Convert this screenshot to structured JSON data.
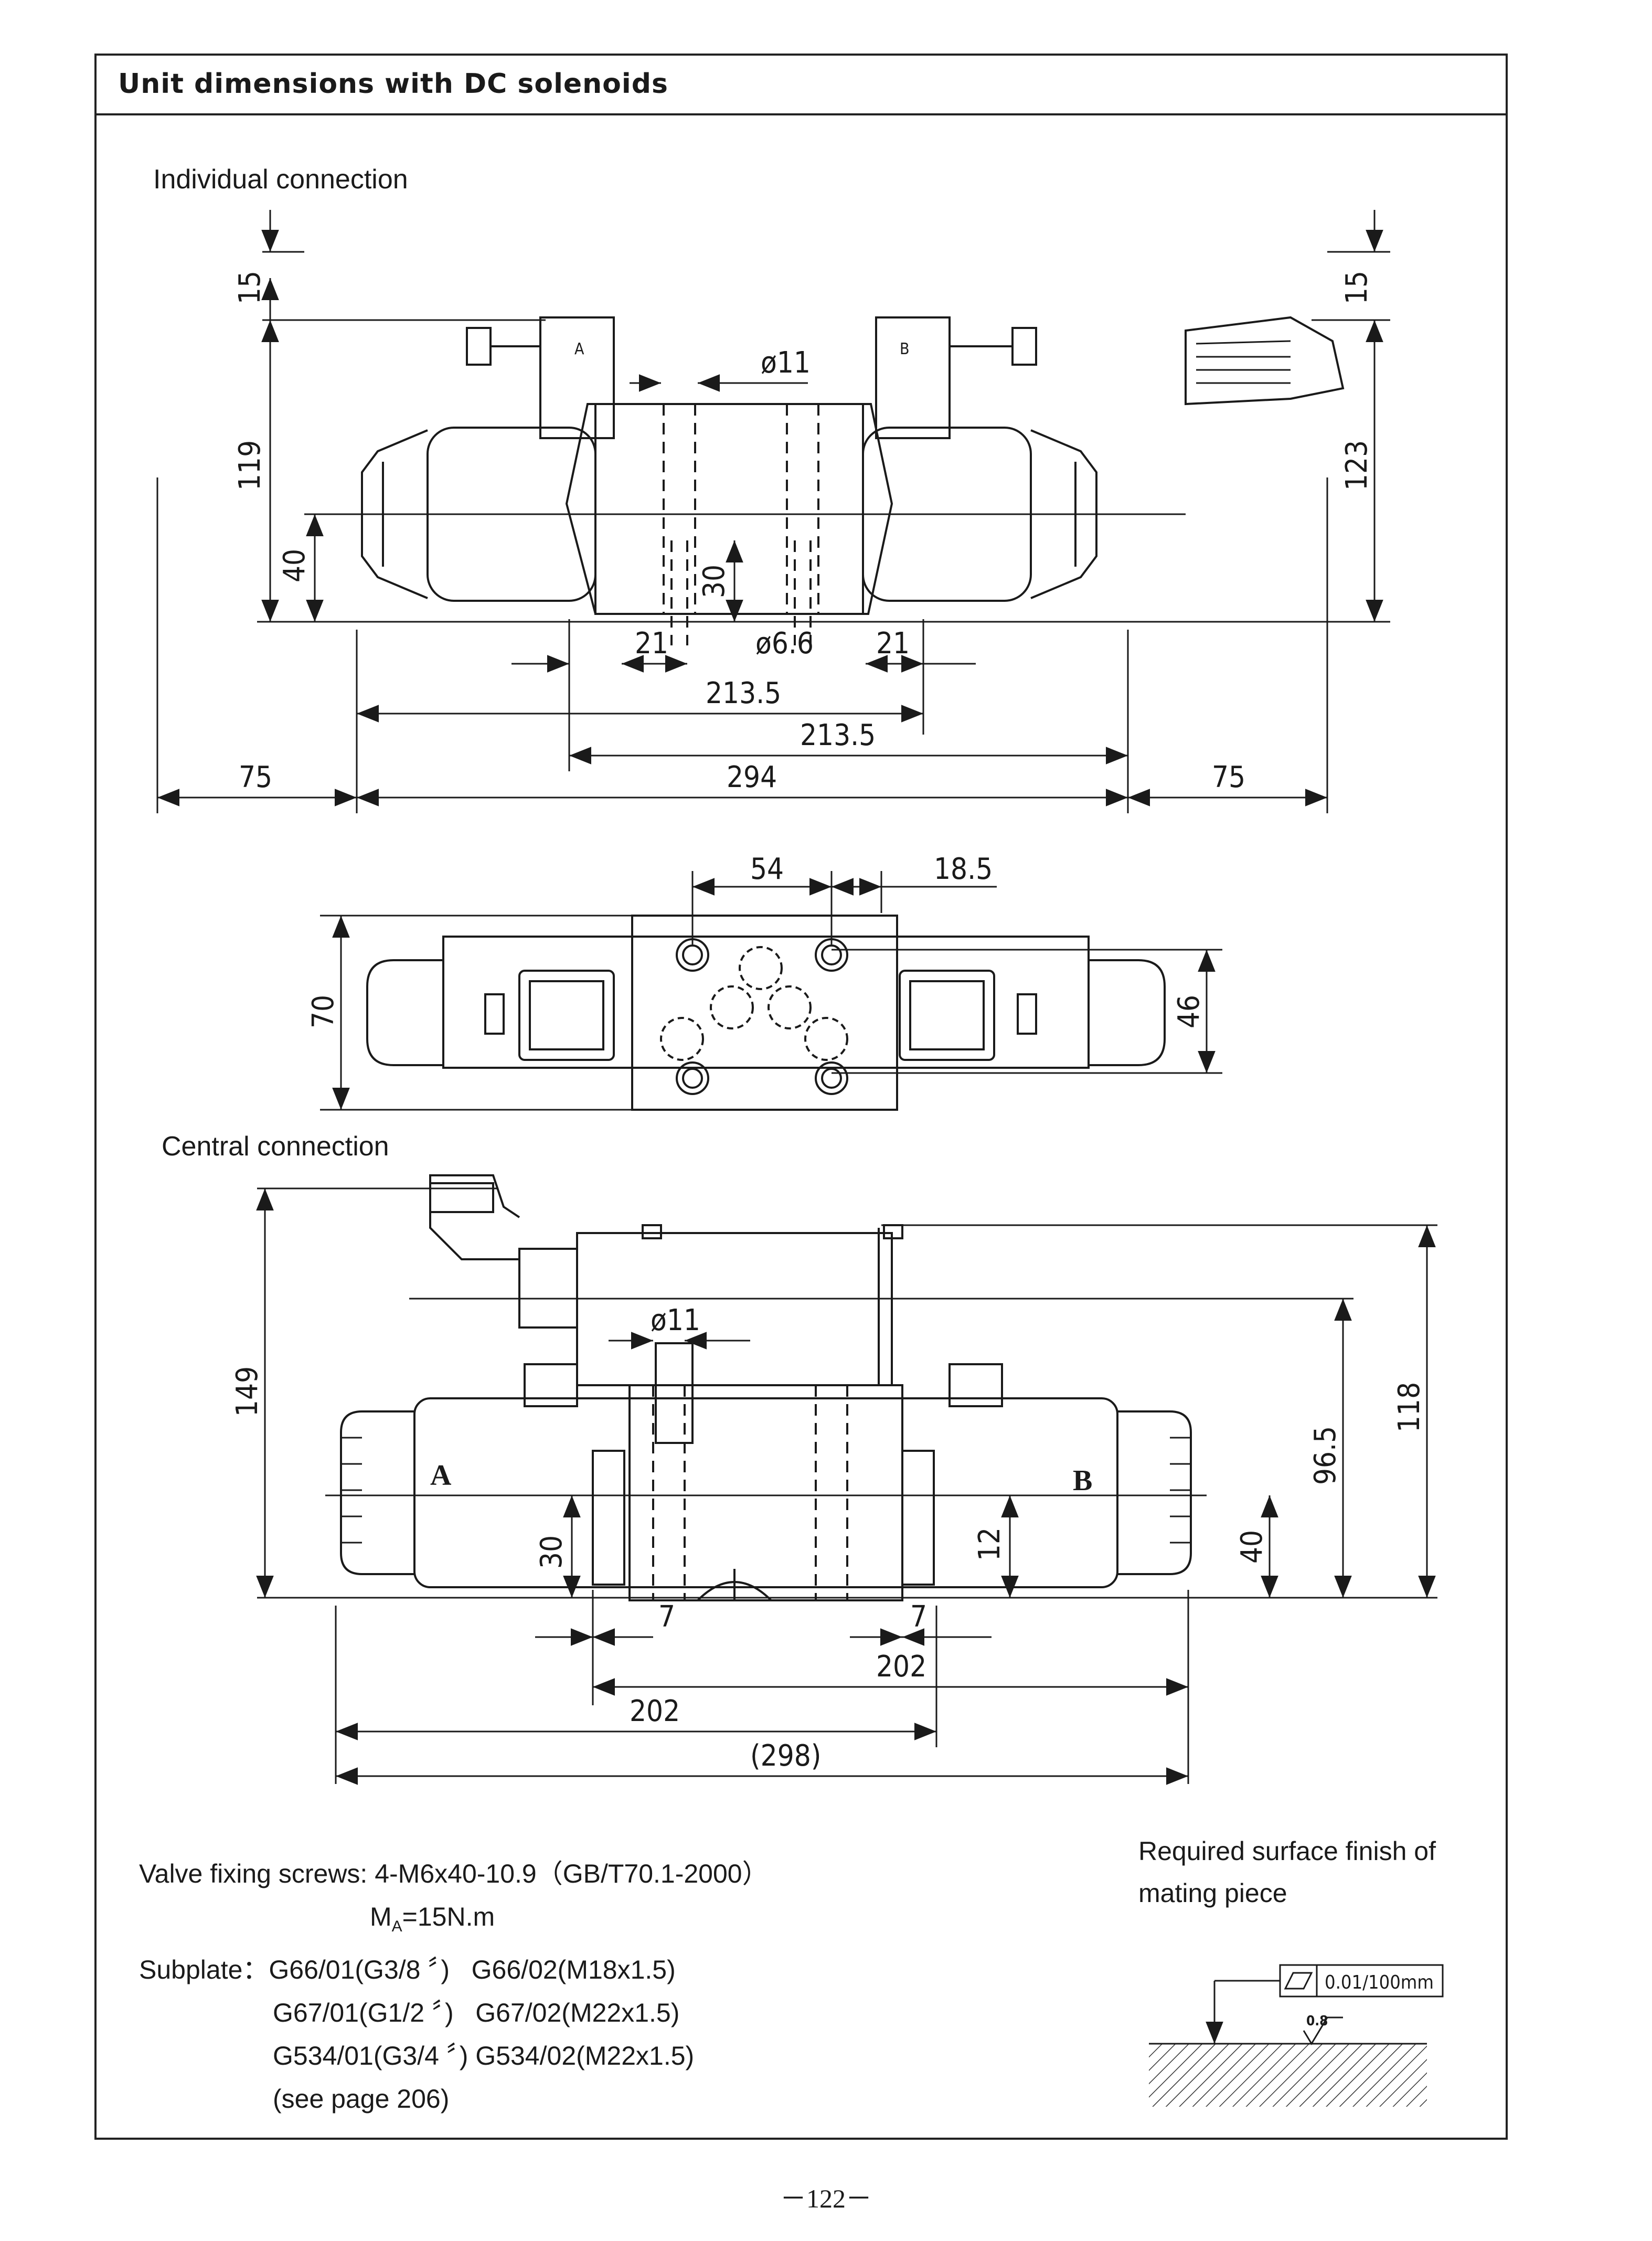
{
  "header": {
    "title": "Unit dimensions with DC solenoids"
  },
  "sections": {
    "individual": "Individual connection",
    "central": "Central connection"
  },
  "individual_dims": {
    "d15_left": "15",
    "d119": "119",
    "d40": "40",
    "d30": "30",
    "d21_left": "21",
    "d21_right": "21",
    "dia11": "ø11",
    "dia66": "ø6.6",
    "d2135_a": "213.5",
    "d2135_b": "213.5",
    "d75_left": "75",
    "d294": "294",
    "d75_right": "75",
    "d15_right": "15",
    "d123": "123",
    "coil_a": "A",
    "coil_b": "B"
  },
  "top_view_dims": {
    "d54": "54",
    "d185": "18.5",
    "d70": "70",
    "d46": "46"
  },
  "central_dims": {
    "d149": "149",
    "dia11": "ø11",
    "label_a": "A",
    "label_b": "B",
    "d30": "30",
    "d12": "12",
    "d7_left": "7",
    "d7_right": "7",
    "d202_top": "202",
    "d202_bottom": "202",
    "d298": "(298)",
    "d965": "96.5",
    "d118": "118",
    "d40": "40"
  },
  "notes": {
    "screws": "Valve fixing screws: 4-M6x40-10.9（GB/T70.1-2000）",
    "torque_pre": "M",
    "torque_sub": "A",
    "torque_post": "=15N.m",
    "subplate_label": "Subplate：",
    "subplate_1": "G66/01(G3/8 〞)   G66/02(M18x1.5)",
    "subplate_2": "G67/01(G1/2 〞)   G67/02(M22x1.5)",
    "subplate_3": "G534/01(G3/4 〞) G534/02(M22x1.5)",
    "subplate_4": "(see page 206)"
  },
  "surface_finish": {
    "line1": "Required surface finish of",
    "line2": "mating  piece",
    "flatness": "0.01/100mm",
    "roughness": "0.8"
  },
  "page": {
    "number": "－122－"
  }
}
